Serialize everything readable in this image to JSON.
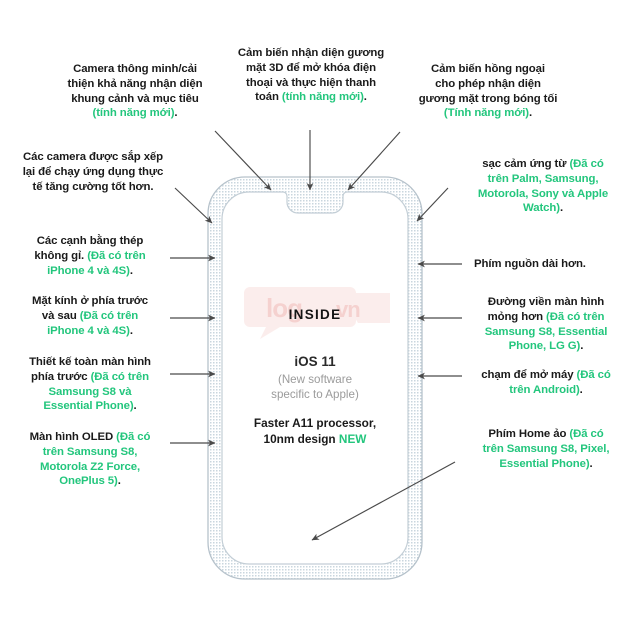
{
  "colors": {
    "highlight_green": "#23c67d",
    "text_dark": "#1a1a1a",
    "muted_gray": "#9b9b9b",
    "phone_outline": "#9aa7b0",
    "connector": "#4a4a4a",
    "watermark_red": "#e8312a"
  },
  "phone": {
    "inside_label": "INSIDE",
    "os_name": "iOS 11",
    "os_sub_line1": "(New software",
    "os_sub_line2": "specific to Apple)",
    "processor_line1": "Faster A11 processor,",
    "processor_line2_main": "10nm design ",
    "processor_line2_tag": "NEW",
    "watermark_text": "logo"
  },
  "annotations": {
    "top_camera": {
      "id": "top-camera",
      "lines": [
        "Camera thông minh/cải",
        "thiện khả năng nhận diện",
        "khung cảnh và mục tiêu"
      ],
      "highlight": "(tính năng mới)",
      "tail": "."
    },
    "face_id": {
      "id": "face-id",
      "lines": [
        "Cảm biến nhận diện gương",
        "mặt 3D để mở khóa điện",
        "thoại và thực hiện thanh",
        "toán "
      ],
      "highlight": "(tính năng mới)",
      "tail": "."
    },
    "infrared": {
      "id": "infrared-sensor",
      "lines": [
        "Cảm biến hồng ngoại",
        "cho phép nhận diện",
        "gương mặt trong bóng tối"
      ],
      "highlight": "(Tính năng mới)",
      "tail": "."
    },
    "ar_cameras": {
      "id": "ar-cameras",
      "lines": [
        "Các camera được sắp xếp",
        "lại để chạy ứng dụng thực",
        "tế tăng cường tốt hơn."
      ],
      "highlight": "",
      "tail": ""
    },
    "steel_edges": {
      "id": "steel-edges",
      "line1": "Các cạnh bằng thép",
      "line2_main": "không gỉ. ",
      "highlight1": "(Đã có trên",
      "highlight2": "iPhone 4 và 4S)",
      "tail": "."
    },
    "glass_faces": {
      "id": "glass-front-back",
      "line1": "Mặt kính ở phía trước",
      "line2_main": "và sau ",
      "highlight1": "(Đã có trên",
      "highlight2": "iPhone 4 và 4S)",
      "tail": "."
    },
    "full_screen_design": {
      "id": "full-screen-design",
      "line1": "Thiết kế toàn màn hình",
      "line2_main": "phía trước ",
      "highlight1": "(Đã có trên",
      "highlight2": "Samsung S8 và",
      "highlight3": "Essential Phone)",
      "tail": "."
    },
    "oled_screen": {
      "id": "oled-screen",
      "line1_main": "Màn hình OLED ",
      "highlight1": "(Đã có",
      "highlight2": "trên Samsung S8,",
      "highlight3": "Motorola Z2 Force,",
      "highlight4": "OnePlus 5)",
      "tail": "."
    },
    "wireless_charging": {
      "id": "wireless-charging",
      "line1_main": "sạc cảm ứng từ ",
      "highlight1": "(Đã có",
      "highlight2": "trên Palm, Samsung,",
      "highlight3": "Motorola, Sony và Apple",
      "highlight4": "Watch)",
      "tail": "."
    },
    "power_button": {
      "id": "power-button",
      "line1": "Phím nguồn dài hơn.",
      "highlight": "",
      "tail": ""
    },
    "thin_bezel": {
      "id": "thin-bezel",
      "line1": "Đường viền màn hình",
      "line2_main": "mỏng hơn ",
      "highlight1": "(Đã có trên",
      "highlight2": "Samsung S8, Essential",
      "highlight3": "Phone, LG G)",
      "tail": "."
    },
    "tap_to_wake": {
      "id": "tap-to-wake",
      "line1_main": "chạm để mở máy ",
      "highlight1": "(Đã có",
      "highlight2": "trên Android)",
      "tail": "."
    },
    "virtual_home": {
      "id": "virtual-home-button",
      "line1_main": "Phím Home ảo ",
      "highlight1": "(Đã có",
      "highlight2": "trên Samsung S8, Pixel,",
      "highlight3": "Essential Phone)",
      "tail": "."
    }
  }
}
